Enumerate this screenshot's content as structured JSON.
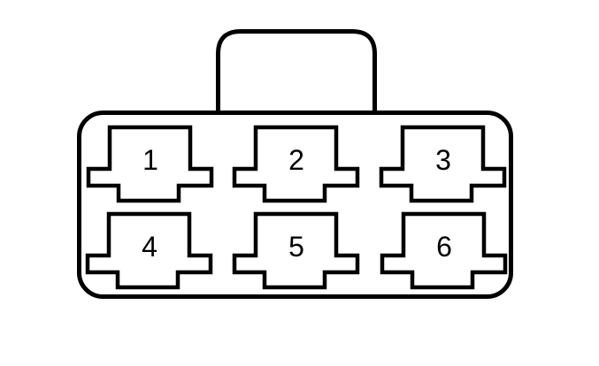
{
  "diagram": {
    "background_color": "#ffffff",
    "line_color": "#000000"
  },
  "connector": {
    "pins": [
      {
        "label": "1"
      },
      {
        "label": "2"
      },
      {
        "label": "3"
      },
      {
        "label": "4"
      },
      {
        "label": "5"
      },
      {
        "label": "6"
      }
    ]
  }
}
